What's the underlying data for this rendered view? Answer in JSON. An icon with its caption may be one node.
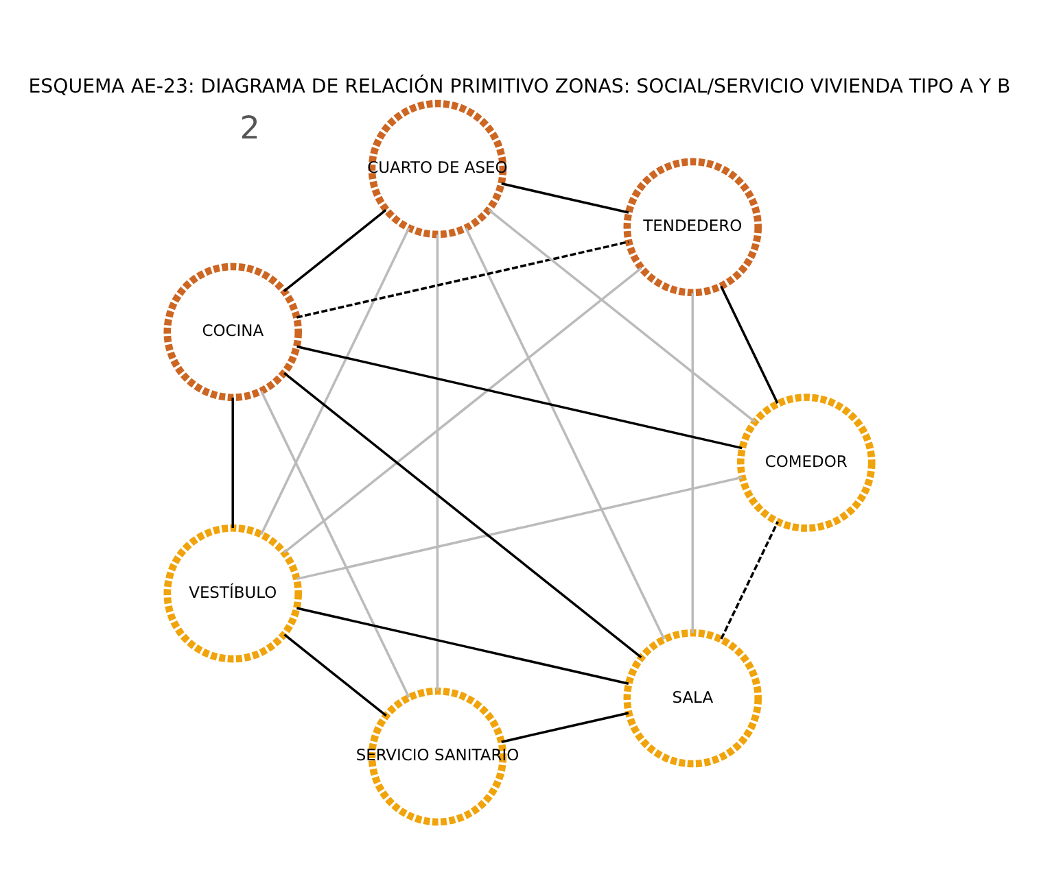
{
  "diagram": {
    "title": "ESQUEMA AE-23: DIAGRAMA DE RELACIÓN PRIMITIVO ZONAS: SOCIAL/SERVICIO VIVIENDA TIPO A Y B",
    "nodes": [
      {
        "text": [
          "SERVICIO SANITARIO"
        ]
      },
      {
        "text": [
          "VESTÍBULO"
        ]
      },
      {
        "text": [
          "SALA"
        ]
      },
      {
        "text": [
          "COCINA"
        ]
      },
      {
        "text": [
          "COMEDOR"
        ]
      },
      {
        "text": [
          "CUARTO DE ASEO"
        ]
      },
      {
        "text": [
          "TENDEDERO"
        ]
      }
    ],
    "edges": [
      {
        "from": 0,
        "to": 2,
        "arrow": "none"
      },
      {
        "from": 2,
        "to": 4,
        "arrow": "none",
        "style": "dashed"
      },
      {
        "from": 4,
        "to": 6,
        "arrow": "none"
      },
      {
        "from": 6,
        "to": 5,
        "arrow": "none"
      },
      {
        "from": 5,
        "to": 3,
        "arrow": "none"
      },
      {
        "from": 3,
        "to": 1,
        "arrow": "none"
      },
      {
        "from": 1,
        "to": 0,
        "arrow": "none"
      },
      {
        "from": 1,
        "to": 2,
        "arrow": "none"
      },
      {
        "from": 3,
        "to": 2,
        "arrow": "none"
      },
      {
        "from": 3,
        "to": 4,
        "arrow": "none"
      },
      {
        "from": 3,
        "to": 6,
        "arrow": "none",
        "style": "dashed"
      },
      {
        "from": 1,
        "to": 5,
        "arrow": "none",
        "color": "#bbbbbb"
      },
      {
        "from": 1,
        "to": 6,
        "arrow": "none",
        "color": "#bbbbbb"
      },
      {
        "from": 1,
        "to": 4,
        "arrow": "none",
        "color": "#bbbbbb"
      },
      {
        "from": 0,
        "to": 3,
        "arrow": "none",
        "color": "#bbbbbb"
      },
      {
        "from": 0,
        "to": 5,
        "arrow": "none",
        "color": "#bbbbbb"
      },
      {
        "from": 2,
        "to": 5,
        "arrow": "none",
        "color": "#bbbbbb"
      },
      {
        "from": 2,
        "to": 6,
        "arrow": "none",
        "color": "#bbbbbb"
      },
      {
        "from": 4,
        "to": 5,
        "arrow": "none",
        "color": "#bbbbbb"
      }
    ],
    "labels": [
      "2"
    ]
  }
}
